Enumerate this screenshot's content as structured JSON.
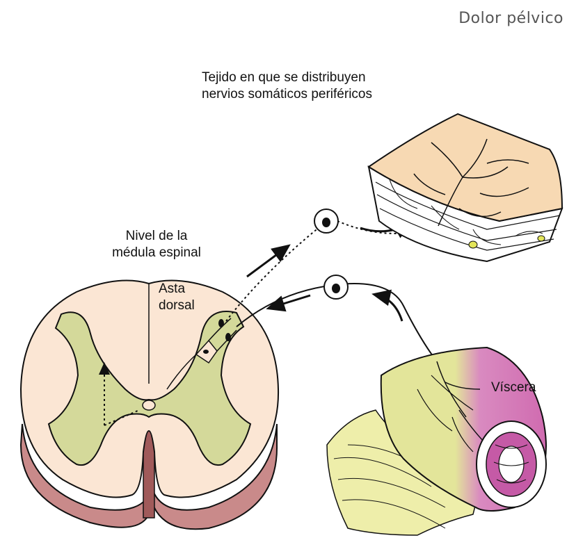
{
  "header": {
    "title": "Dolor pélvico"
  },
  "labels": {
    "tissue_line1": "Tejido en que se distribuyen",
    "tissue_line2": "nervios somáticos periféricos",
    "spinal_line1": "Nivel de la",
    "spinal_line2": "médula espinal",
    "horn_line1": "Asta",
    "horn_line2": "dorsal",
    "viscera": "Víscera"
  },
  "colors": {
    "cord_white_matter": "#fbe6d4",
    "cord_gray_matter": "#d4d99a",
    "cord_side": "#c98a8a",
    "tissue_skin": "#f7d9b3",
    "viscera_pink": "#d77ab8",
    "viscera_yellow": "#e3e59a",
    "stroke": "#111111"
  }
}
